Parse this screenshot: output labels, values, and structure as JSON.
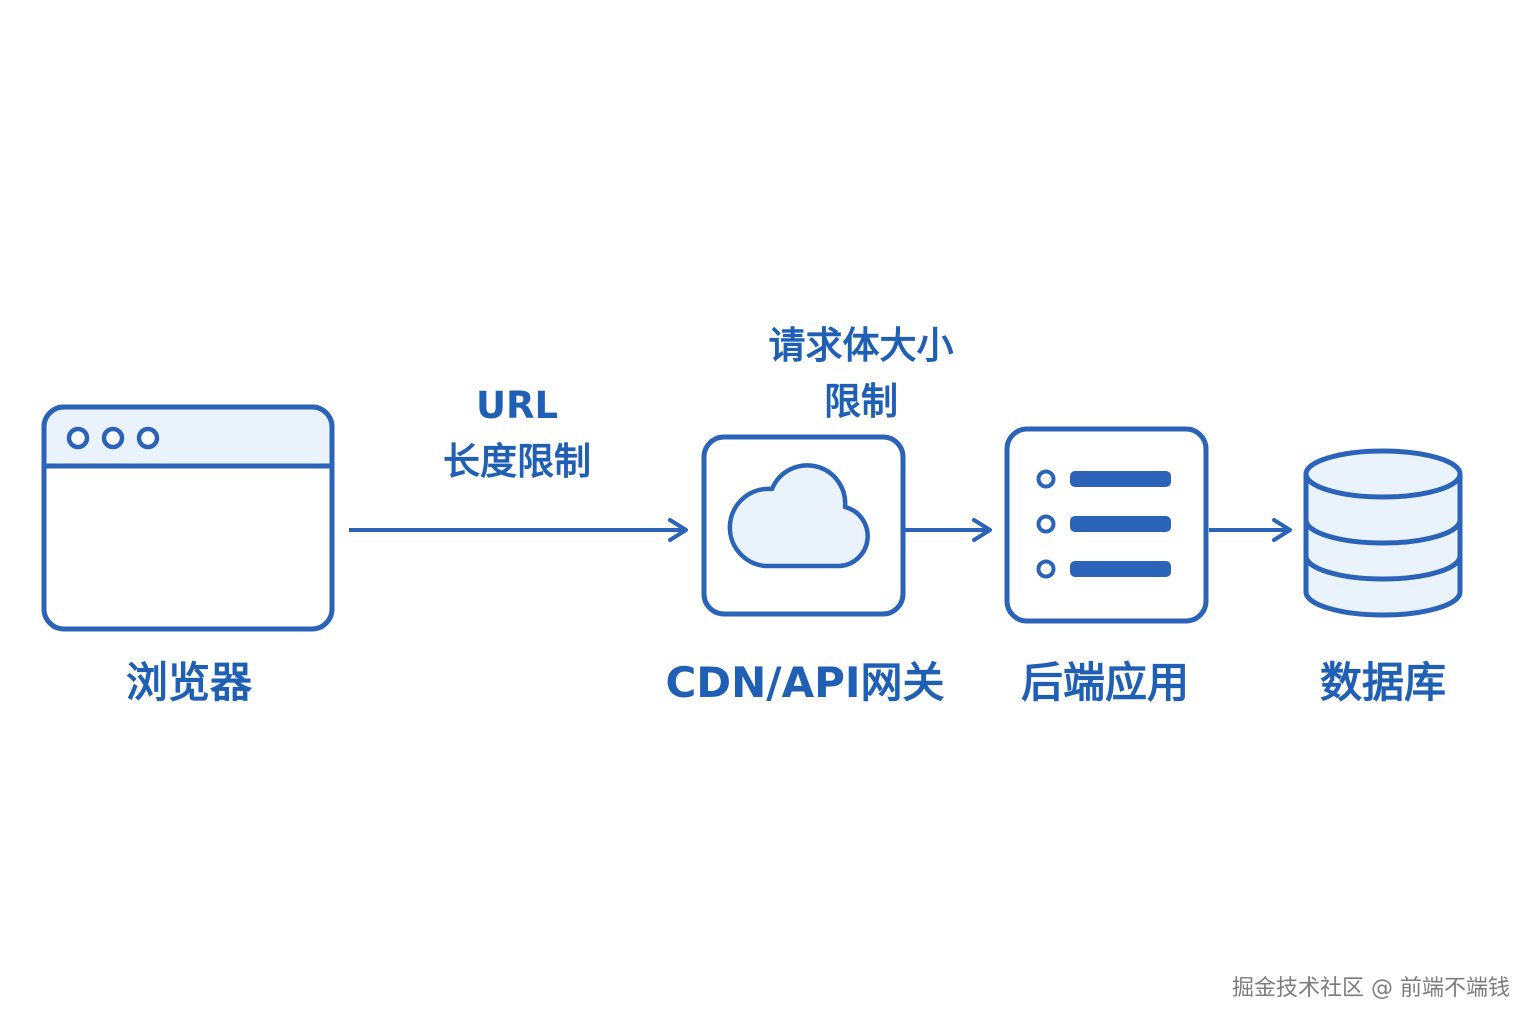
{
  "diagram": {
    "nodes": [
      {
        "id": "browser",
        "label": "浏览器",
        "icon": "browser-window-icon"
      },
      {
        "id": "gateway",
        "label": "CDN/API网关",
        "icon": "cloud-icon"
      },
      {
        "id": "backend",
        "label": "后端应用",
        "icon": "server-list-icon"
      },
      {
        "id": "database",
        "label": "数据库",
        "icon": "database-icon"
      }
    ],
    "edges": [
      {
        "from": "browser",
        "to": "gateway"
      },
      {
        "from": "gateway",
        "to": "backend"
      },
      {
        "from": "backend",
        "to": "database"
      }
    ],
    "annotations": {
      "url_limit": {
        "line1": "URL",
        "line2": "长度限制"
      },
      "body_limit": {
        "line1": "请求体大小",
        "line2": "限制"
      }
    }
  },
  "watermark": "掘金技术社区 @ 前端不端钱",
  "colors": {
    "stroke": "#2b63b8",
    "fill_light": "#eaf2fc",
    "text": "#1f5fb4",
    "background": "#ffffff"
  }
}
